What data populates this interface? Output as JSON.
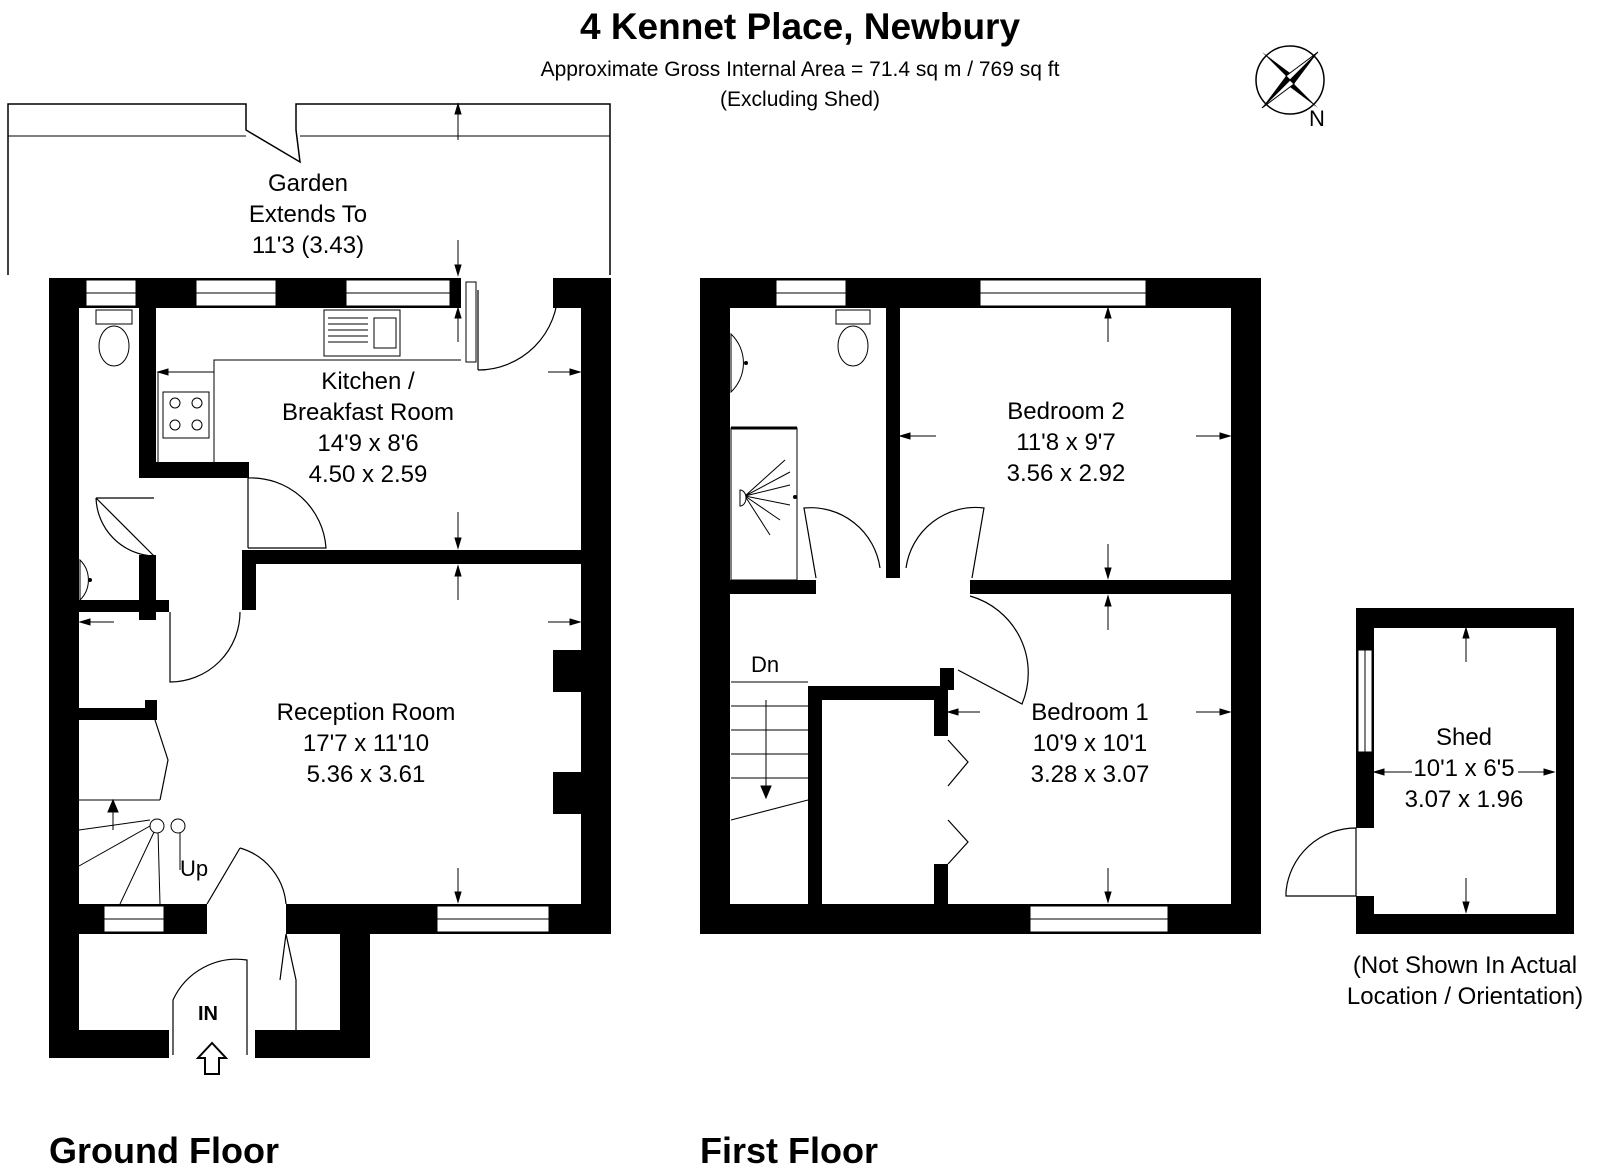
{
  "header": {
    "title": "4 Kennet  Place, Newbury",
    "area_line": "Approximate Gross Internal Area = 71.4 sq m / 769 sq ft",
    "area_note": "(Excluding Shed)",
    "compass_label": "N"
  },
  "ground_floor": {
    "label": "Ground Floor",
    "garden": {
      "line1": "Garden",
      "line2": "Extends To",
      "line3": "11'3 (3.43)"
    },
    "kitchen": {
      "name1": "Kitchen /",
      "name2": "Breakfast Room",
      "imperial": "14'9 x 8'6",
      "metric": "4.50 x 2.59"
    },
    "reception": {
      "name": "Reception Room",
      "imperial": "17'7 x 11'10",
      "metric": "5.36 x 3.61"
    },
    "stairs_label": "Up",
    "entrance_label": "IN"
  },
  "first_floor": {
    "label": "First Floor",
    "bedroom2": {
      "name": "Bedroom 2",
      "imperial": "11'8 x 9'7",
      "metric": "3.56 x 2.92"
    },
    "bedroom1": {
      "name": "Bedroom 1",
      "imperial": "10'9 x 10'1",
      "metric": "3.28 x 3.07"
    },
    "stairs_label": "Dn"
  },
  "shed": {
    "name": "Shed",
    "imperial": "10'1 x 6'5",
    "metric": "3.07 x 1.96",
    "note1": "(Not Shown In Actual",
    "note2": "Location / Orientation)"
  }
}
